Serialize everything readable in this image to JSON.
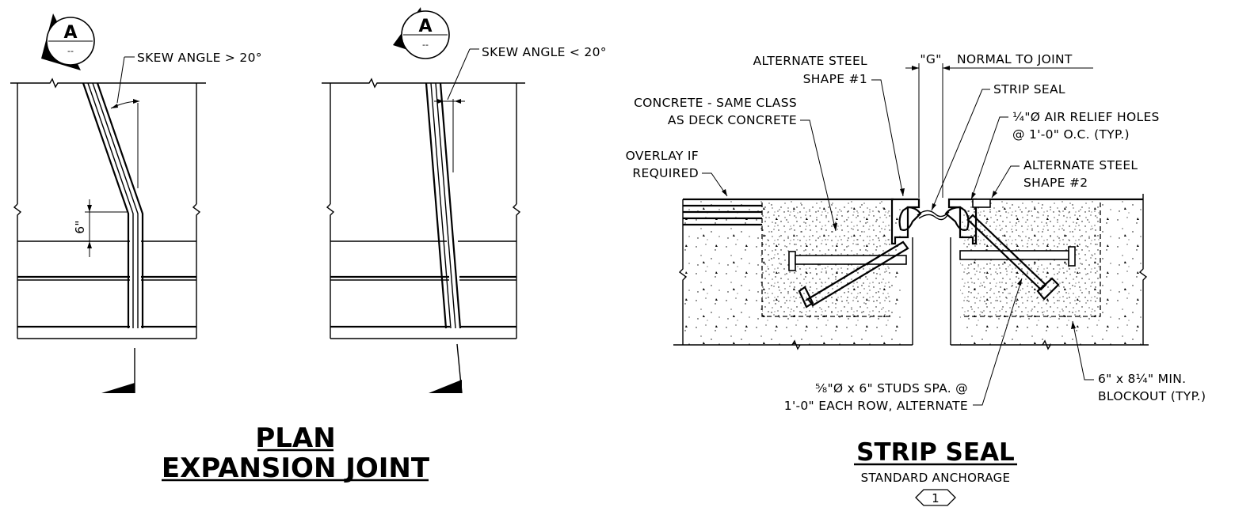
{
  "plan": {
    "title_line1": "PLAN",
    "title_line2": "EXPANSION JOINT",
    "section_mark_left": {
      "letter": "A",
      "ref": "--"
    },
    "section_mark_right": {
      "letter": "A",
      "ref": "--"
    },
    "skew_gt_label": "SKEW ANGLE > 20°",
    "skew_lt_label": "SKEW ANGLE < 20°",
    "dim_label": "6\""
  },
  "strip_seal": {
    "title": "STRIP SEAL",
    "subtitle": "STANDARD ANCHORAGE",
    "detail_number": "1",
    "gap_label": "\"G\"",
    "normal_label": "NORMAL TO JOINT",
    "labels": {
      "alt_shape1_line1": "ALTERNATE STEEL",
      "alt_shape1_line2": "SHAPE #1",
      "strip_seal": "STRIP SEAL",
      "concrete_line1": "CONCRETE - SAME CLASS",
      "concrete_line2": "AS DECK CONCRETE",
      "air_relief_line1": "¼\"Ø AIR RELIEF HOLES",
      "air_relief_line2": "@ 1'-0\" O.C. (TYP.)",
      "overlay_line1": "OVERLAY IF",
      "overlay_line2": "REQUIRED",
      "alt_shape2_line1": "ALTERNATE STEEL",
      "alt_shape2_line2": "SHAPE #2",
      "studs_line1": "⅝\"Ø x 6\" STUDS SPA. @",
      "studs_line2": "1'-0\" EACH ROW, ALTERNATE",
      "blockout_line1": "6\" x 8¼\" MIN.",
      "blockout_line2": "BLOCKOUT (TYP.)"
    }
  }
}
